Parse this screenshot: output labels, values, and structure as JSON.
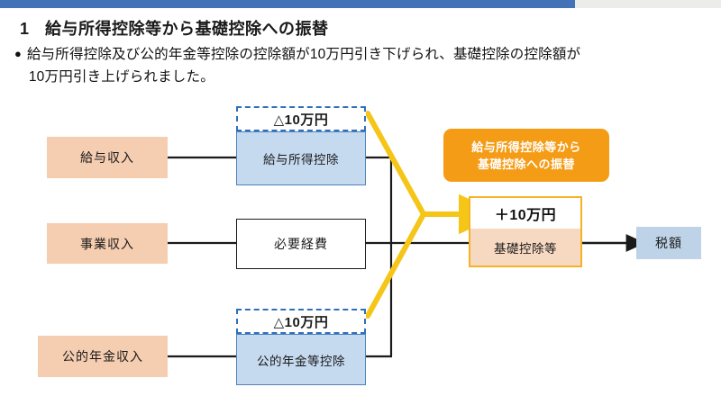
{
  "slide": {
    "heading_number": "1",
    "heading_title": "給与所得控除等から基礎控除への振替",
    "bullet_marker": "●",
    "bullet_line_1": "給与所得控除及び公的年金等控除の控除額が10万円引き下げられ、基礎控除の控除額が",
    "bullet_line_2": "10万円引き上げられました。"
  },
  "colors": {
    "top_bar_blue": "#4472b6",
    "top_bar_gray": "#ececeb",
    "income_fill": "#f5cdb0",
    "deduction_fill": "#c5d9ef",
    "deduction_border": "#4f81bd",
    "dashed_border": "#2f6fba",
    "callout_orange": "#f59c17",
    "plus_border": "#f5b324",
    "plus_bottom_fill": "#f7d9c2",
    "tax_fill": "#bed3e8",
    "wire_black": "#1a1a1a",
    "wire_gold": "#f5c518"
  },
  "diagram": {
    "income_boxes": [
      {
        "label": "給与収入"
      },
      {
        "label": "事業収入"
      },
      {
        "label": "公的年金収入"
      }
    ],
    "deduction_boxes": [
      {
        "label": "給与所得控除",
        "banner": "△10万円"
      },
      {
        "label": "必要経費",
        "banner": null
      },
      {
        "label": "公的年金等控除",
        "banner": "△10万円"
      }
    ],
    "callout": {
      "line_1": "給与所得控除等から",
      "line_2": "基礎控除への振替"
    },
    "plus_box": {
      "amount": "＋10万円",
      "label": "基礎控除等"
    },
    "tax_box": {
      "label": "税額"
    }
  }
}
